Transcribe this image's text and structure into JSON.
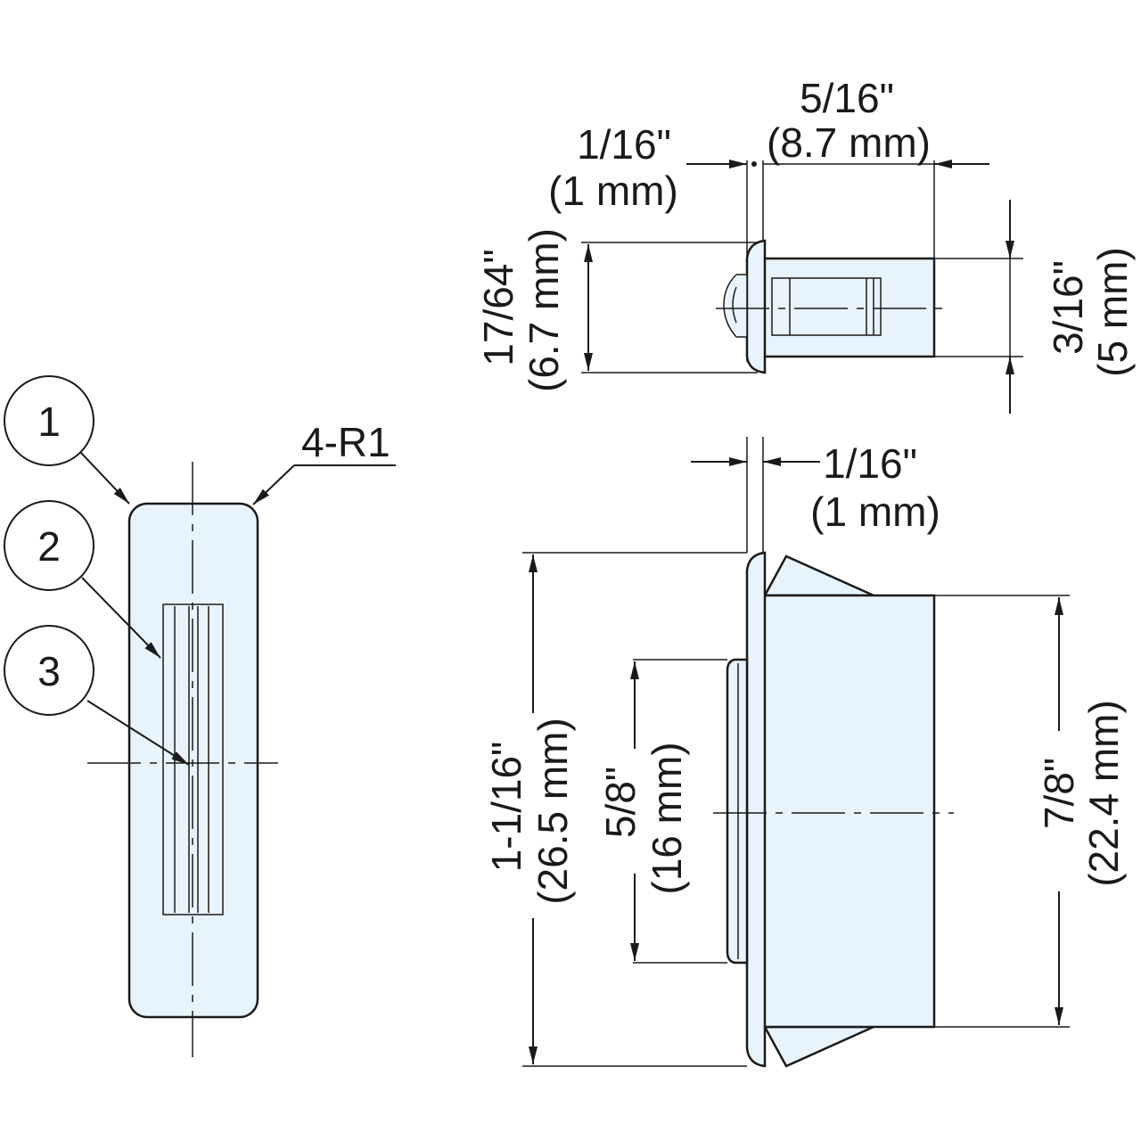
{
  "callouts": [
    {
      "number": "1"
    },
    {
      "number": "2"
    },
    {
      "number": "3"
    }
  ],
  "radius_label": "4-R1",
  "dimensions": {
    "top_flange_thickness": {
      "imperial": "1/16\"",
      "metric": "(1 mm)"
    },
    "top_body_length": {
      "imperial": "5/16\"",
      "metric": "(8.7 mm)"
    },
    "top_flange_height": {
      "imperial": "17/64\"",
      "metric": "(6.7 mm)"
    },
    "top_body_height": {
      "imperial": "3/16\"",
      "metric": "(5 mm)"
    },
    "side_flange_thickness": {
      "imperial": "1/16\"",
      "metric": "(1 mm)"
    },
    "side_overall_height": {
      "imperial": "1-1/16\"",
      "metric": "(26.5 mm)"
    },
    "side_boss_height": {
      "imperial": "5/8\"",
      "metric": "(16 mm)"
    },
    "side_body_height": {
      "imperial": "7/8\"",
      "metric": "(22.4 mm)"
    }
  }
}
